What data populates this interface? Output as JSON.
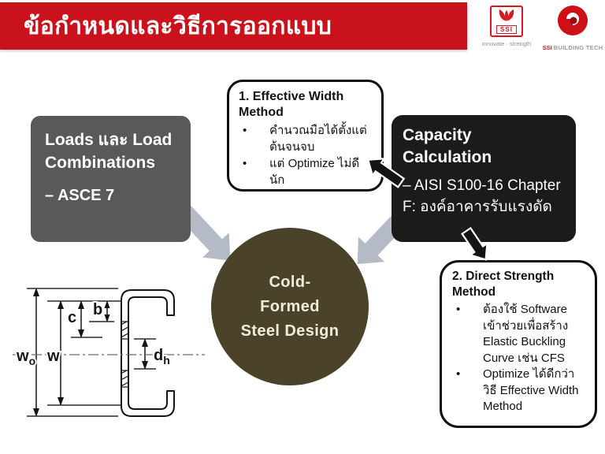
{
  "slide": {
    "header": {
      "title": "ข้อกำหนดและวิธีการออกแบบ"
    },
    "logos": {
      "ssi": {
        "abbr": "SSI",
        "tagline": "innovate · strength"
      },
      "building_tech": {
        "brand": "SSI",
        "label": "BUILDING TECH"
      }
    },
    "boxes": {
      "loads": {
        "title": "Loads และ Load Combinations",
        "item": "– ASCE 7"
      },
      "effective_width": {
        "title": "1. Effective Width Method",
        "bullets": [
          "คำนวณมือได้ตั้งแต่ต้นจนจบ",
          "แต่ Optimize ไม่ดีนัก"
        ]
      },
      "capacity": {
        "title": "Capacity Calculation",
        "item": "– AISI S100-16 Chapter F: องค์อาคารรับแรงดัด"
      },
      "direct_strength": {
        "title": "2. Direct Strength Method",
        "bullets": [
          "ต้องใช้ Software เข้าช่วยเพื่อสร้าง Elastic Buckling Curve เช่น CFS",
          "Optimize ได้ดีกว่า วิธี Effective Width Method"
        ]
      }
    },
    "circle": {
      "lines": [
        "Cold-",
        "Formed",
        "Steel Design"
      ]
    },
    "diagram": {
      "labels": {
        "w0": {
          "base": "w",
          "sub": "o"
        },
        "w": "w",
        "c": "c",
        "b": "b",
        "dh": {
          "base": "d",
          "sub": "h"
        }
      }
    },
    "colors": {
      "header_red": "#c9121c",
      "brand_red": "#d6181f",
      "box_gray": "#595959",
      "box_dark": "#1d1b19",
      "circle_olive": "#4a4329",
      "arrow_gray": "#b4bac6"
    }
  }
}
